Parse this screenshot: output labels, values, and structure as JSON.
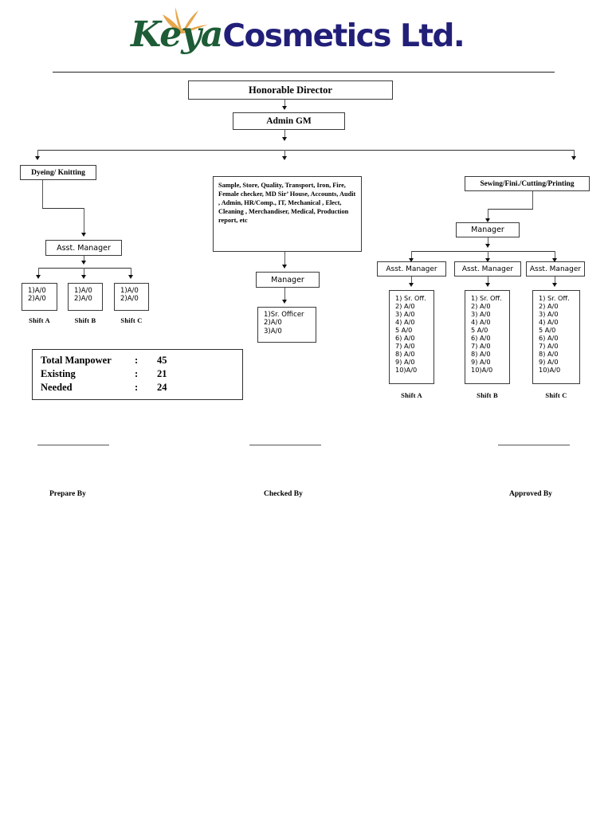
{
  "company": {
    "logo_primary": "Keya",
    "logo_secondary": "Cosmetics Ltd.",
    "color_green": "#1d5c36",
    "color_navy": "#221f79",
    "color_gold": "#e8a64b"
  },
  "chart_data": {
    "type": "diagram",
    "title": "Keya Cosmetics Ltd. Organogram",
    "root": "Honorable  Director",
    "level2": "Admin GM"
  },
  "top": {
    "director": "Honorable  Director",
    "admin_gm": "Admin GM"
  },
  "left_branch": {
    "head": "Dyeing/ Knitting",
    "asst_manager": "Asst. Manager",
    "shifts": [
      {
        "label": "Shift A",
        "rows": [
          "1)A/0",
          "2)A/0"
        ]
      },
      {
        "label": "Shift B",
        "rows": [
          "1)A/0",
          "2)A/0"
        ]
      },
      {
        "label": "Shift C",
        "rows": [
          "1)A/0",
          "2)A/0"
        ]
      }
    ]
  },
  "center_branch": {
    "departments": "Sample, Store, Quality, Transport, Iron, Fire, Female checker, MD Sir’ House, Accounts, Audit , Admin, HR/Comp., IT, Mechanical , Elect, Cleaning ,  Merchandiser, Medical, Production report, etc",
    "manager": "Manager",
    "staff_rows": [
      "1)Sr. Officer",
      "2)A/0",
      "3)A/0"
    ]
  },
  "right_branch": {
    "head": "Sewing/Fini./Cutting/Printing",
    "manager": "Manager",
    "asst_managers": [
      "Asst. Manager",
      "Asst. Manager",
      "Asst. Manager"
    ],
    "shifts": [
      {
        "label": "Shift A",
        "rows": [
          "1) Sr. Off.",
          "2) A/0",
          "3) A/0",
          "4) A/0",
          "5  A/0",
          "6) A/0",
          "7) A/0",
          "8) A/0",
          "9) A/0",
          "10)A/0"
        ]
      },
      {
        "label": "Shift B",
        "rows": [
          "1) Sr. Off.",
          "2) A/0",
          "3) A/0",
          "4) A/0",
          "5  A/0",
          "6) A/0",
          "7) A/0",
          "8) A/0",
          "9) A/0",
          "10)A/0"
        ]
      },
      {
        "label": "Shift C",
        "rows": [
          "1) Sr. Off.",
          "2) A/0",
          "3) A/0",
          "4) A/0",
          "5  A/0",
          "6) A/0",
          "7) A/0",
          "8) A/0",
          "9) A/0",
          "10)A/0"
        ]
      }
    ]
  },
  "summary": {
    "rows": [
      {
        "label": "Total Manpower",
        "colon": ":",
        "value": "45"
      },
      {
        "label": "Existing",
        "colon": ":",
        "value": "21"
      },
      {
        "label": "Needed",
        "colon": ":",
        "value": "24"
      }
    ]
  },
  "signatures": [
    {
      "caption": "Prepare  By"
    },
    {
      "caption": "Checked By"
    },
    {
      "caption": "Approved By"
    }
  ]
}
